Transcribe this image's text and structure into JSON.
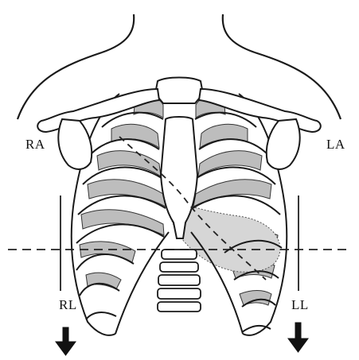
{
  "labels": {
    "ra": "RA",
    "la": "LA",
    "rl": "RL",
    "ll": "LL"
  },
  "colors": {
    "outline": "#1a1a1a",
    "bone_fill": "#ffffff",
    "rib_shade": "#bdbdbd",
    "heart_shade": "#d6d6d6",
    "guide_line": "#222222"
  },
  "icons": {
    "rl_direction": "arrow-down-icon",
    "ll_direction": "arrow-down-icon"
  }
}
